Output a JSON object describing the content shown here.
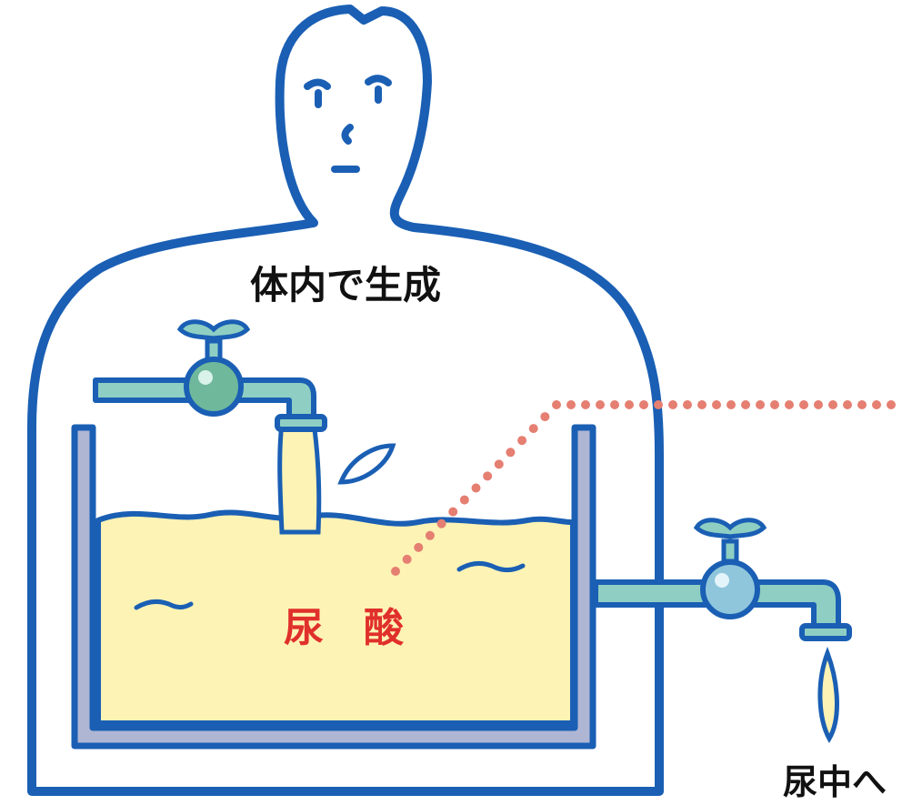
{
  "labels": {
    "production": "体内で生成",
    "uric_acid": "尿　酸",
    "to_urine": "尿中へ"
  },
  "colors": {
    "outline": "#1a5fb4",
    "water_fill": "#fdf3b5",
    "tank_wall": "#aeb6d4",
    "pipe": "#8fcfc3",
    "valve": "#6fb89c",
    "accent_red": "#e0302b",
    "pointer_dots": "#e57f72",
    "text": "#111111"
  },
  "icons": {
    "inflow_tap": "faucet-icon",
    "outflow_tap": "faucet-icon",
    "person": "person-head-icon",
    "droplet": "water-drop-icon"
  }
}
